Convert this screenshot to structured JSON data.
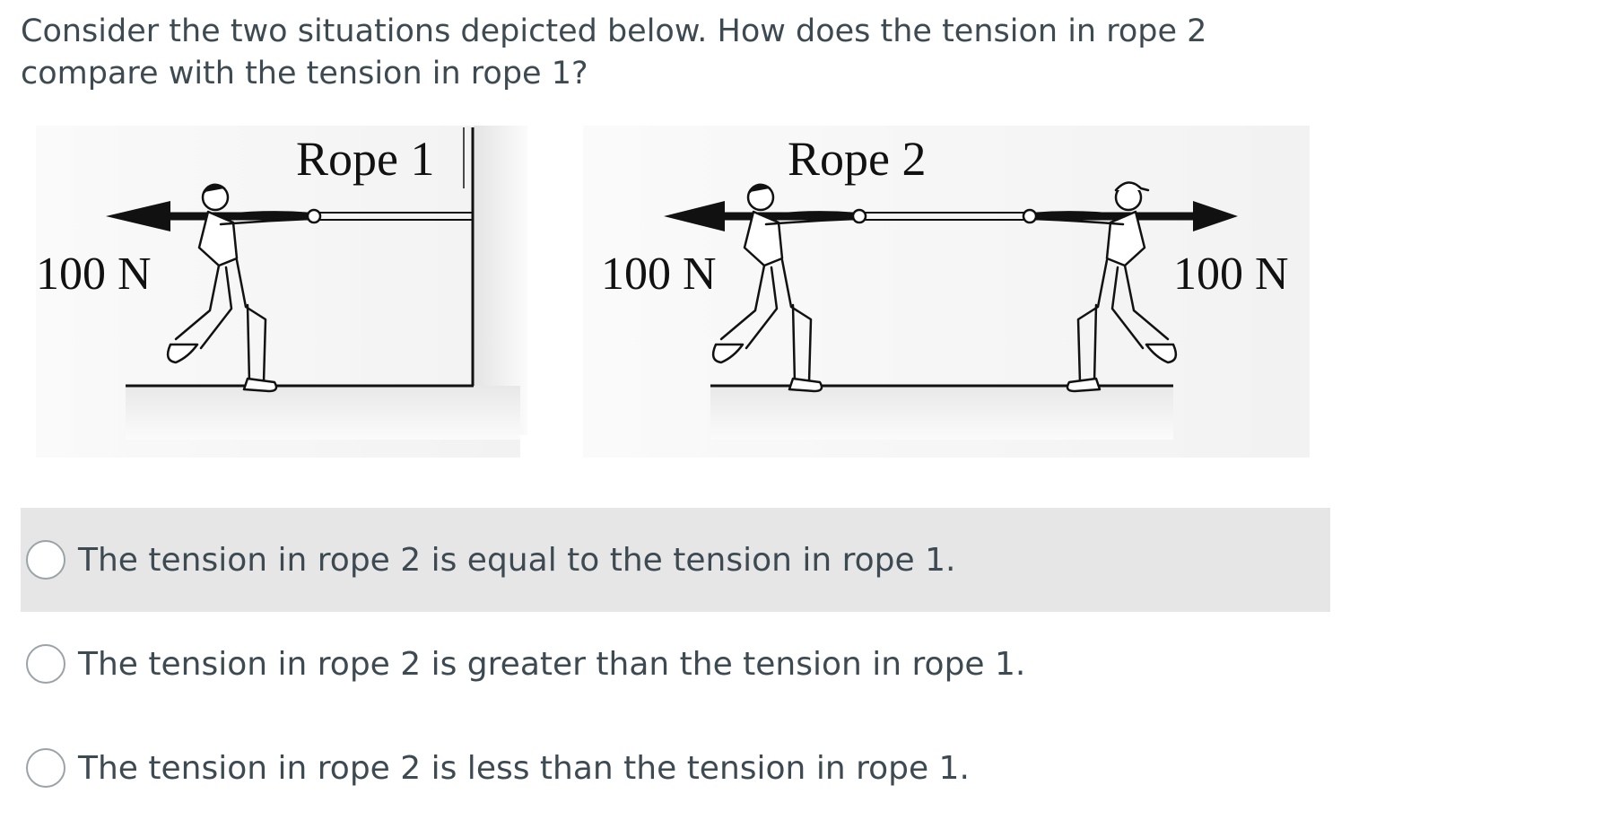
{
  "question": {
    "text": "Consider the two situations depicted below.  How does the tension in rope 2 compare with the tension in rope 1?"
  },
  "figure": {
    "left_panel": {
      "rope_label": "Rope 1",
      "force_label": "100 N"
    },
    "right_panel": {
      "rope_label": "Rope 2",
      "force_left_label": "100 N",
      "force_right_label": "100 N"
    }
  },
  "answers": [
    {
      "text": "The tension in rope 2 is equal to the tension in rope 1.",
      "selected": false,
      "highlighted": true
    },
    {
      "text": "The tension in rope 2 is greater than the tension in rope 1.",
      "selected": false,
      "highlighted": false
    },
    {
      "text": "The tension in rope 2 is less than the tension in rope 1.",
      "selected": false,
      "highlighted": false
    }
  ],
  "colors": {
    "text": "#3d4a52",
    "highlight_row": "#e6e6e6",
    "radio_border": "#9aa3a8"
  }
}
